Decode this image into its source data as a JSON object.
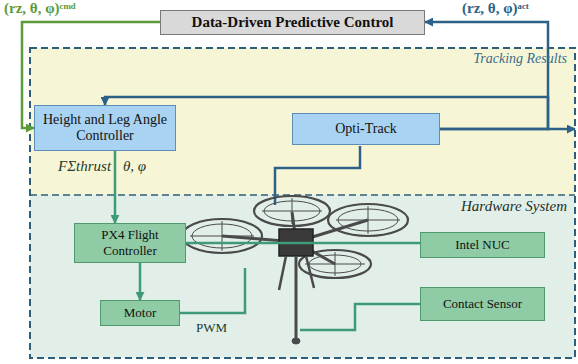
{
  "diagram": {
    "nodes": [
      {
        "text": [
          "Data-Driven Predictive Control"
        ]
      },
      {
        "text": [
          "Tracking Results"
        ]
      },
      {
        "text": [
          "Height and Leg Angle Controller"
        ],
        "in": 1
      },
      {
        "text": [
          "Opti-Track"
        ],
        "in": 1
      },
      {
        "text": [
          "Hardware System"
        ]
      },
      {
        "text": [
          "PX4 Flight Controller"
        ],
        "in": 4
      },
      {
        "text": [
          "Motor"
        ],
        "in": 4
      },
      {
        "text": [
          "Intel NUC"
        ],
        "in": 4
      },
      {
        "text": [
          "Contact Sensor"
        ],
        "in": 4
      }
    ],
    "edges": [
      {
        "from": 0,
        "to": 2,
        "arrow": "to",
        "label": "(rz, θ, φ)ᶜᵐᵈ"
      },
      {
        "from": 3,
        "to": 0,
        "arrow": "to",
        "label": "(rz, θ, φ)ᵃᶜᵗ"
      },
      {
        "from": 3,
        "to": 2,
        "arrow": "to"
      },
      {
        "from": 2,
        "to": 5,
        "arrow": "to"
      },
      {
        "from": 5,
        "to": 6,
        "arrow": "to"
      },
      {
        "from": 5,
        "to": 7,
        "arrow": "none"
      }
    ],
    "labels": [
      "FΣthrust",
      "θ, φ",
      "PWM"
    ]
  }
}
